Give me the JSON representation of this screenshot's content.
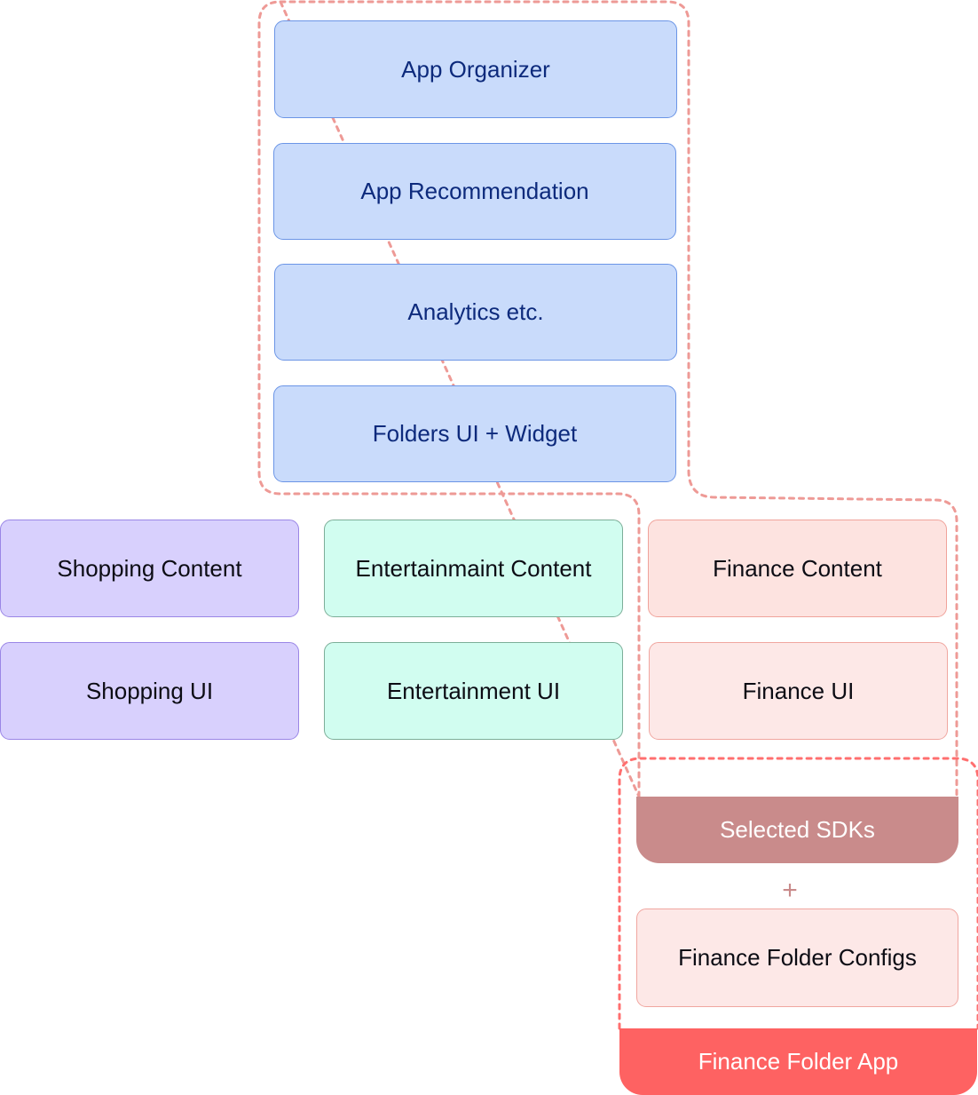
{
  "core": {
    "app_organizer": "App Organizer",
    "app_recommendation": "App Recommendation",
    "analytics": "Analytics etc.",
    "folders_ui": "Folders UI + Widget"
  },
  "shopping": {
    "content": "Shopping Content",
    "ui": "Shopping UI"
  },
  "entertainment": {
    "content": "Entertainmaint Content",
    "ui": "Entertainment UI"
  },
  "finance": {
    "content": "Finance Content",
    "ui": "Finance UI"
  },
  "build": {
    "selected_sdks": "Selected SDKs",
    "plus": "+",
    "finance_folder_configs": "Finance Folder Configs",
    "finance_folder_app": "Finance Folder App"
  },
  "colors": {
    "core_fill": "#c9dbfb",
    "core_border": "#6b95e6",
    "core_text": "#0d2a7c",
    "shopping_fill": "#d8d0fd",
    "entertainment_fill": "#d1fdf0",
    "finance_fill": "#fde3e0",
    "sdk_fill": "#c98b8b",
    "app_fill": "#fe6262",
    "dashed_outline": "#ee9a96"
  }
}
